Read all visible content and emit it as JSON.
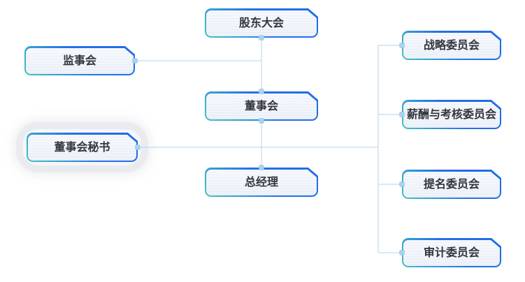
{
  "diagram": {
    "type": "org-chart",
    "background_color": "#ffffff",
    "accent_blue": "#1e6ce9",
    "accent_teal": "#46c5ba",
    "line_color": "#b3d4e6",
    "port_color": "#a6d3ee",
    "label_color": "#33363c",
    "nodes": [
      {
        "id": "shareholders-meeting",
        "label": "股东大会",
        "selected": false
      },
      {
        "id": "supervisory-board",
        "label": "监事会",
        "selected": false
      },
      {
        "id": "board-of-directors",
        "label": "董事会",
        "selected": false
      },
      {
        "id": "board-secretary",
        "label": "董事会秘书",
        "selected": true
      },
      {
        "id": "general-manager",
        "label": "总经理",
        "selected": false
      },
      {
        "id": "strategy-committee",
        "label": "战略委员会",
        "selected": false
      },
      {
        "id": "compensation-committee",
        "label": "薪酬与考核委员会",
        "selected": false
      },
      {
        "id": "nomination-committee",
        "label": "提名委员会",
        "selected": false
      },
      {
        "id": "audit-committee",
        "label": "审计委员会",
        "selected": false
      }
    ],
    "edges": [
      {
        "from": "shareholders-meeting",
        "to": "board-of-directors"
      },
      {
        "from": "board-of-directors",
        "to": "general-manager"
      },
      {
        "from": "supervisory-board",
        "to": "center-trunk"
      },
      {
        "from": "board-secretary",
        "to": "committee-spine"
      },
      {
        "from": "committee-spine",
        "to": "strategy-committee"
      },
      {
        "from": "committee-spine",
        "to": "compensation-committee"
      },
      {
        "from": "committee-spine",
        "to": "nomination-committee"
      },
      {
        "from": "committee-spine",
        "to": "audit-committee"
      }
    ]
  }
}
